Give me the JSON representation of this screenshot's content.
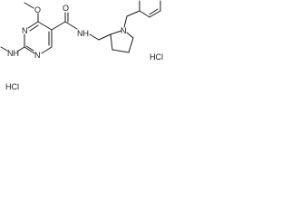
{
  "molecule": {
    "atom_labels": {
      "methoxy_o": "O",
      "methyl_left": "",
      "ring_n_top": "N",
      "ring_n_bottom": "N",
      "carbonyl_o": "O",
      "amide_nh": "NH",
      "amine_nh": "NH",
      "pyrrolidine_n": "N",
      "hcl_left": "HCl",
      "hcl_right": "HCl"
    }
  }
}
